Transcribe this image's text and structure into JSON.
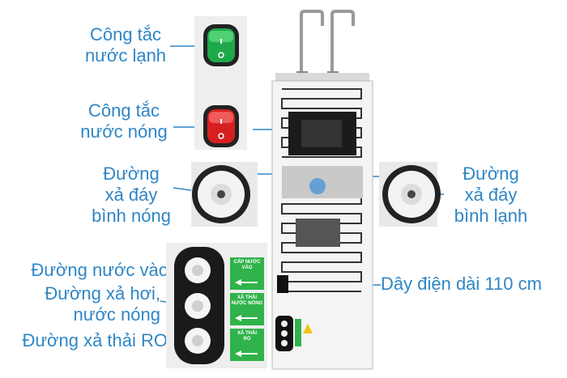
{
  "labels": {
    "cold_switch": "Công tắc\nnước lạnh",
    "hot_switch": "Công tắc\nnước nóng",
    "hot_tank_drain": "Đường\nxả đáy\nbình nóng",
    "cold_tank_drain": "Đường\nxả đáy\nbình lạnh",
    "water_inlet": "Đường nước vào",
    "steam_vent": "Đường xả hơi,\nnước nóng",
    "ro_waste": "Đường xả thải RO",
    "power_cord": "Dây điện dài 110 cm"
  },
  "panel_tags": {
    "inlet_tag": "CẤP NƯỚC\nVÀO",
    "vent_tag": "XẢ THẢI\nNƯỚC NÓNG",
    "ro_tag": "XẢ THẢI\nRO"
  },
  "colors": {
    "accent": "#2f86c6",
    "cold_switch": "#1fa84a",
    "hot_switch": "#d62020",
    "tag_green": "#2fb34a"
  }
}
